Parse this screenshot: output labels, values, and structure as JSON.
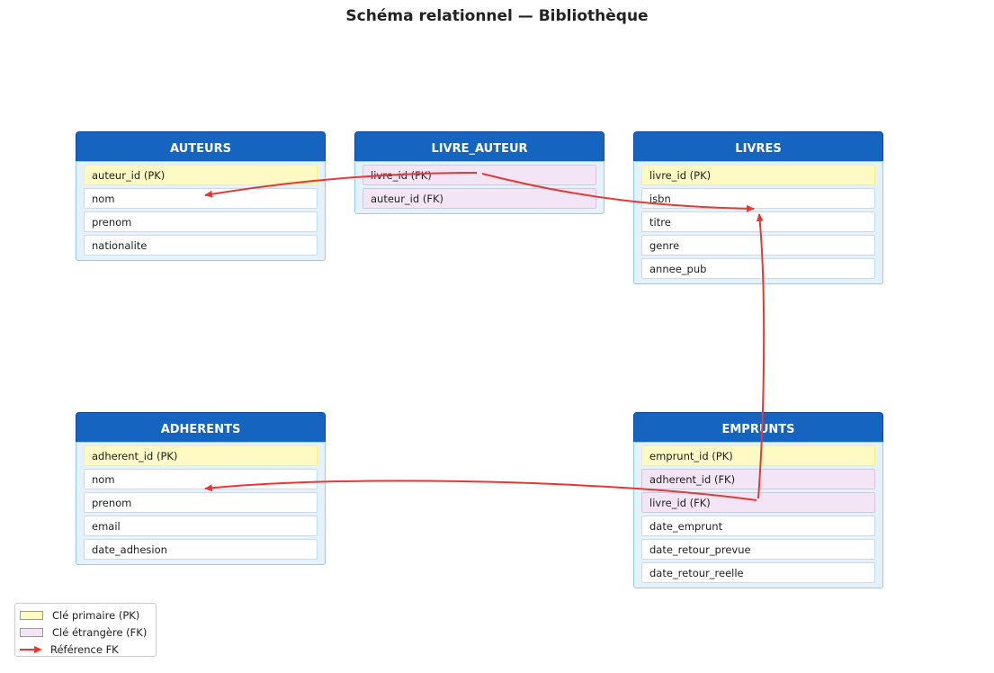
{
  "title": "Schéma relationnel — Bibliothèque",
  "tables": {
    "auteurs": {
      "name": "AUTEURS",
      "fields": [
        {
          "label": "auteur_id (PK)",
          "kind": "pk"
        },
        {
          "label": "nom",
          "kind": "plain"
        },
        {
          "label": "prenom",
          "kind": "plain"
        },
        {
          "label": "nationalite",
          "kind": "plain"
        }
      ]
    },
    "livre_auteur": {
      "name": "LIVRE_AUTEUR",
      "fields": [
        {
          "label": "livre_id (FK)",
          "kind": "fk"
        },
        {
          "label": "auteur_id (FK)",
          "kind": "fk"
        }
      ]
    },
    "livres": {
      "name": "LIVRES",
      "fields": [
        {
          "label": "livre_id (PK)",
          "kind": "pk"
        },
        {
          "label": "isbn",
          "kind": "plain"
        },
        {
          "label": "titre",
          "kind": "plain"
        },
        {
          "label": "genre",
          "kind": "plain"
        },
        {
          "label": "annee_pub",
          "kind": "plain"
        }
      ]
    },
    "adherents": {
      "name": "ADHERENTS",
      "fields": [
        {
          "label": "adherent_id (PK)",
          "kind": "pk"
        },
        {
          "label": "nom",
          "kind": "plain"
        },
        {
          "label": "prenom",
          "kind": "plain"
        },
        {
          "label": "email",
          "kind": "plain"
        },
        {
          "label": "date_adhesion",
          "kind": "plain"
        }
      ]
    },
    "emprunts": {
      "name": "EMPRUNTS",
      "fields": [
        {
          "label": "emprunt_id (PK)",
          "kind": "pk"
        },
        {
          "label": "adherent_id (FK)",
          "kind": "fk"
        },
        {
          "label": "livre_id (FK)",
          "kind": "fk"
        },
        {
          "label": "date_emprunt",
          "kind": "plain"
        },
        {
          "label": "date_retour_prevue",
          "kind": "plain"
        },
        {
          "label": "date_retour_reelle",
          "kind": "plain"
        }
      ]
    }
  },
  "legend": {
    "pk": "Clé primaire (PK)",
    "fk": "Clé étrangère (FK)",
    "ref": "Référence FK"
  },
  "colors": {
    "header": "#1565c0",
    "pk": "#fff9c4",
    "fk": "#f3e5f5",
    "arrow": "#e53935"
  }
}
